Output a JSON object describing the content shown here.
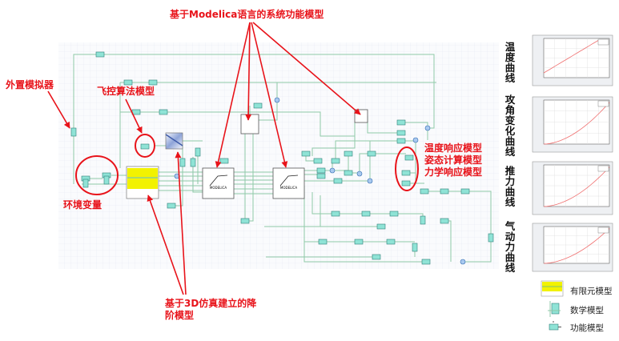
{
  "annotations": {
    "title": "基于Modelica语言的系统功能模型",
    "external_simulator": "外置模拟器",
    "flight_control": "飞控算法模型",
    "environment": "环境变量",
    "reduced_order_line1": "基于3D仿真建立的降",
    "reduced_order_line2": "阶模型",
    "response_models": [
      "温度响应模型",
      "姿态计算模型",
      "力学响应模型"
    ]
  },
  "modelica_block_logo": "MODELICA",
  "charts": [
    {
      "label": "温度曲线",
      "curve": "linear"
    },
    {
      "label": "攻角变化曲线",
      "curve": "quadratic"
    },
    {
      "label": "推力曲线",
      "curve": "quadratic"
    },
    {
      "label": "气动力曲线",
      "curve": "quadratic"
    }
  ],
  "legend": [
    {
      "label": "有限元模型",
      "icon": "finite-element-icon"
    },
    {
      "label": "数学模型",
      "icon": "math-model-icon"
    },
    {
      "label": "功能模型",
      "icon": "function-model-icon"
    }
  ],
  "colors": {
    "annotation": "#e8131a",
    "wire": "#8fc9a8",
    "block": "#8fe3d6",
    "finite_element": "#f2f200",
    "grid": "#e4e8f0"
  }
}
